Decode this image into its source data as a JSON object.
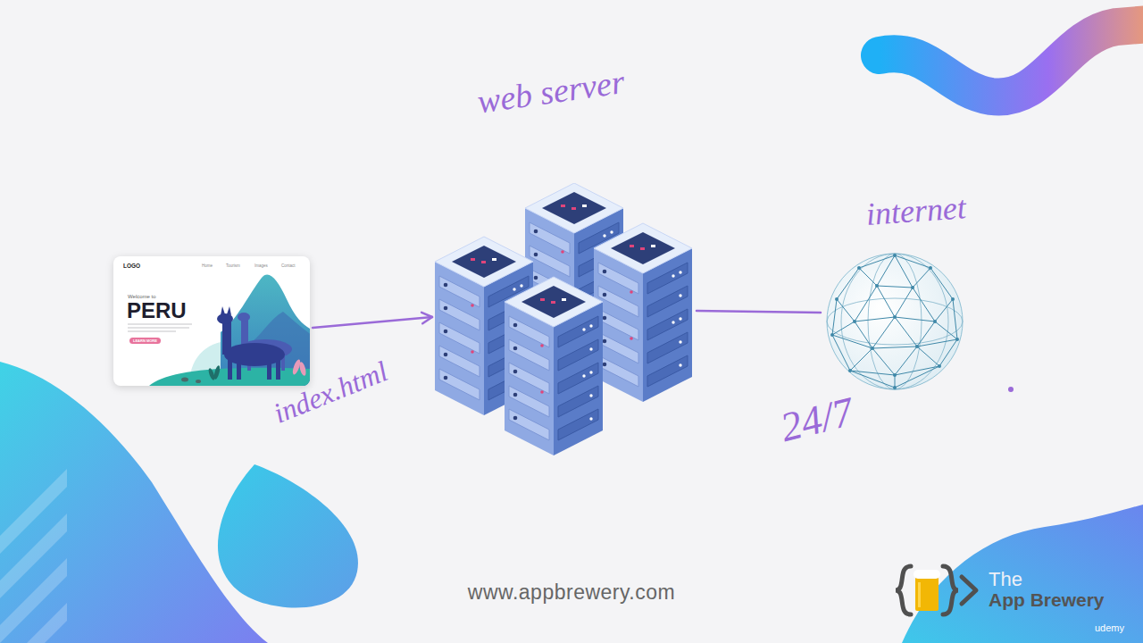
{
  "diagram": {
    "nodes": [
      {
        "text": [
          "LOGO",
          "Home",
          "Tourism",
          "Images",
          "Contact",
          "Welcome to",
          "PERU",
          "LEARN MORE"
        ]
      },
      {
        "text": [
          "web server"
        ]
      },
      {
        "text": [
          "internet"
        ]
      }
    ],
    "edges": [
      {
        "from": 0,
        "to": 1,
        "arrow": "to",
        "label": "index.html"
      },
      {
        "from": 1,
        "to": 2,
        "arrow": "none"
      }
    ],
    "labels": [
      "24/7",
      "www.appbrewery.com",
      "The",
      "App Brewery",
      "udemy"
    ]
  }
}
